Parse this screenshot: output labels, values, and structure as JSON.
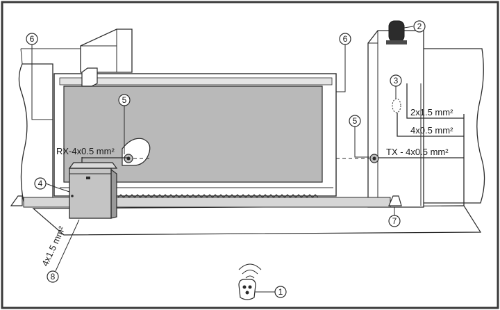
{
  "callouts": {
    "c1": "1",
    "c2": "2",
    "c3": "3",
    "c4": "4",
    "c5_left": "5",
    "c5_right": "5",
    "c6_left": "6",
    "c6_right": "6",
    "c7": "7",
    "c8": "8"
  },
  "cables": {
    "lamp": "2x1.5 mm²",
    "key_selector": "4x0.5 mm²",
    "transmitter": "TX - 4x0.5 mm²",
    "receiver": "RX-4x0.5 mm²",
    "power": "4x1.5 mm²"
  },
  "colors": {
    "border": "#3a3a3a",
    "gate_panel": "#b9b9b9",
    "motor_front": "#c4c4c4",
    "motor_side": "#9a9a9a",
    "lamp": "#2c2c2c",
    "line": "#2a2a2a"
  }
}
